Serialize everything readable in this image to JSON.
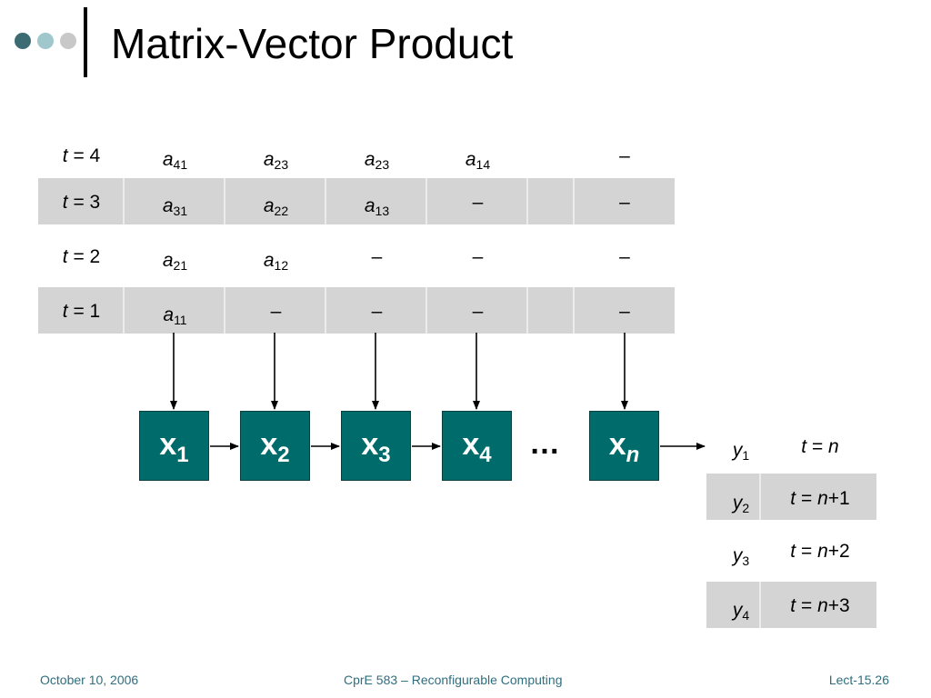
{
  "slide": {
    "title": "Matrix-Vector Product",
    "colors": {
      "dot1": "#3d6b74",
      "dot2": "#9fc7cc",
      "dot3": "#c8c8c8",
      "pe_fill": "#006b6b",
      "band": "#d4d4d4",
      "footer_text": "#2f6e7e"
    }
  },
  "rows": [
    {
      "t_var": "t",
      "t_eq": " = 4",
      "cells": [
        {
          "b": "a",
          "s": "41"
        },
        {
          "b": "a",
          "s": "23"
        },
        {
          "b": "a",
          "s": "23"
        },
        {
          "b": "a",
          "s": "14"
        },
        {
          "b": "–",
          "s": ""
        }
      ]
    },
    {
      "t_var": "t",
      "t_eq": " = 3",
      "cells": [
        {
          "b": "a",
          "s": "31"
        },
        {
          "b": "a",
          "s": "22"
        },
        {
          "b": "a",
          "s": "13"
        },
        {
          "b": "–",
          "s": ""
        },
        {
          "b": "–",
          "s": ""
        }
      ]
    },
    {
      "t_var": "t",
      "t_eq": " = 2",
      "cells": [
        {
          "b": "a",
          "s": "21"
        },
        {
          "b": "a",
          "s": "12"
        },
        {
          "b": "–",
          "s": ""
        },
        {
          "b": "–",
          "s": ""
        },
        {
          "b": "–",
          "s": ""
        }
      ]
    },
    {
      "t_var": "t",
      "t_eq": " = 1",
      "cells": [
        {
          "b": "a",
          "s": "11"
        },
        {
          "b": "–",
          "s": ""
        },
        {
          "b": "–",
          "s": ""
        },
        {
          "b": "–",
          "s": ""
        },
        {
          "b": "–",
          "s": ""
        }
      ]
    }
  ],
  "pes": [
    {
      "base": "x",
      "sub": "1"
    },
    {
      "base": "x",
      "sub": "2"
    },
    {
      "base": "x",
      "sub": "3"
    },
    {
      "base": "x",
      "sub": "4"
    },
    {
      "base": "x",
      "sub": "n"
    }
  ],
  "ellipsis": "…",
  "outputs": [
    {
      "y": "y",
      "ys": "1",
      "t": "t",
      "eq": " = ",
      "n": "n",
      "plus": ""
    },
    {
      "y": "y",
      "ys": "2",
      "t": "t",
      "eq": " = ",
      "n": "n",
      "plus": "+1"
    },
    {
      "y": "y",
      "ys": "3",
      "t": "t",
      "eq": " = ",
      "n": "n",
      "plus": "+2"
    },
    {
      "y": "y",
      "ys": "4",
      "t": "t",
      "eq": " = ",
      "n": "n",
      "plus": "+3"
    }
  ],
  "footer": {
    "date": "October 10, 2006",
    "course": "CprE 583 – Reconfigurable Computing",
    "slide_no": "Lect-15.26"
  }
}
